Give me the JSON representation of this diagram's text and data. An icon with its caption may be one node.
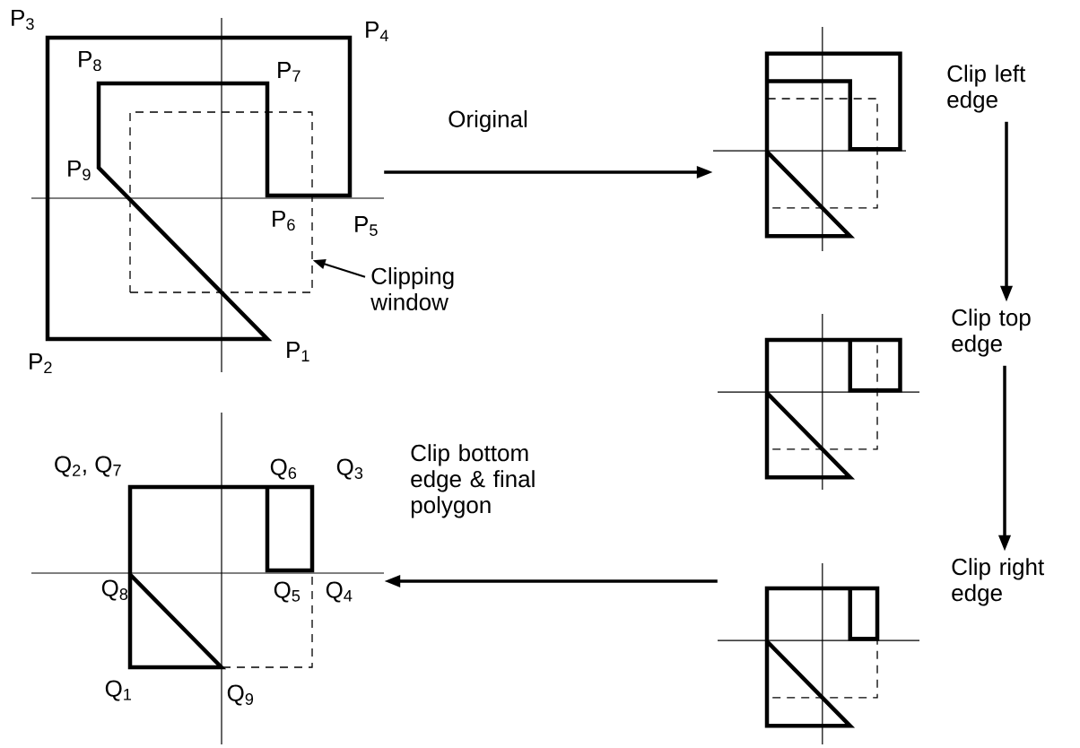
{
  "diagram": {
    "nodes": [
      {
        "text": [],
        "shape": "picture"
      },
      {
        "text": [],
        "shape": "box",
        "in": 0
      },
      {
        "text": [
          "Clipping window"
        ]
      },
      {
        "text": [],
        "shape": "picture",
        "beside": [
          "Clip left edge"
        ]
      },
      {
        "text": [],
        "shape": "picture",
        "beside": [
          "Clip top edge"
        ]
      },
      {
        "text": [],
        "shape": "picture",
        "beside": [
          "Clip right edge"
        ]
      },
      {
        "text": [],
        "shape": "picture"
      }
    ],
    "edges": [
      {
        "from": 0,
        "to": 3,
        "arrow": "to",
        "label": "Original"
      },
      {
        "from": 3,
        "to": 4,
        "arrow": "to"
      },
      {
        "from": 4,
        "to": 5,
        "arrow": "to"
      },
      {
        "from": 5,
        "to": 6,
        "arrow": "to",
        "label": "Clip bottom edge & final polygon"
      },
      {
        "from": 2,
        "to": 1,
        "arrow": "to"
      }
    ],
    "labels": [
      "P$_{3}$",
      "P$_{4}$",
      "P$_{8}$",
      "P$_{7}$",
      "P$_{9}$",
      "P$_{6}$",
      "P$_{5}$",
      "P$_{2}$",
      "P$_{1}$",
      "Q$_{2}$, Q$_{7}$",
      "Q$_{6}$",
      "Q$_{3}$",
      "Q$_{8}$",
      "Q$_{5}$",
      "Q$_{4}$",
      "Q$_{1}$",
      "Q$_{9}$"
    ]
  }
}
